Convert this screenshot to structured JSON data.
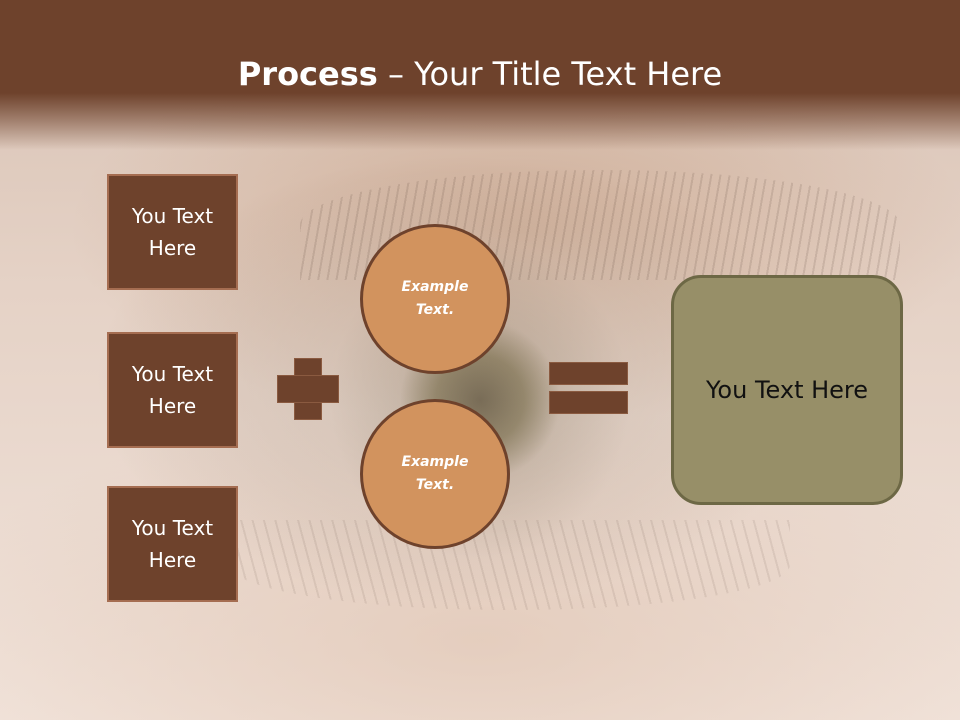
{
  "slide": {
    "title_bold": "Process",
    "title_rest": " – Your Title Text Here"
  },
  "left_boxes": [
    {
      "label": "You Text Here"
    },
    {
      "label": "You Text Here"
    },
    {
      "label": "You Text Here"
    }
  ],
  "operators": {
    "plus_icon": "plus-sign",
    "equals_icon": "equals-sign"
  },
  "circles": [
    {
      "label": "Example Text."
    },
    {
      "label": "Example Text."
    }
  ],
  "result_box": {
    "label": "You Text Here"
  },
  "colors": {
    "header": "#6e422c",
    "box_fill": "#6e422c",
    "circle_fill": "#d2935e",
    "result_fill": "#978f68"
  }
}
